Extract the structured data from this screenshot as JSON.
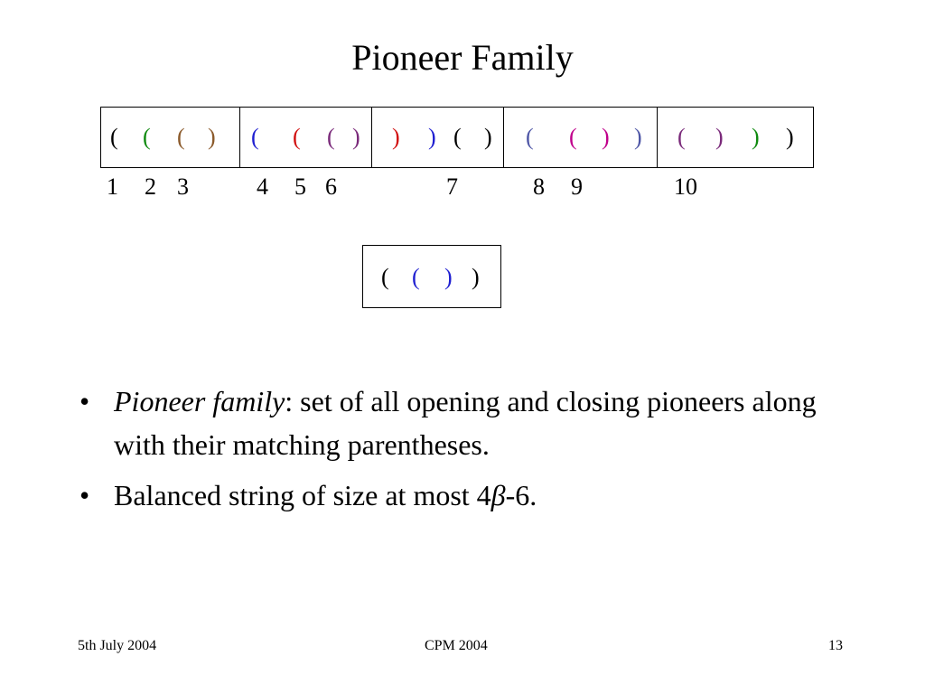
{
  "title": "Pioneer Family",
  "colors": {
    "black": "#000000",
    "green": "#0f8a0f",
    "brown": "#8b5a2b",
    "blue": "#1f1fd1",
    "red": "#d10f0f",
    "slate": "#4e56a6",
    "magenta": "#c0008b",
    "purple": "#7a2a7a"
  },
  "string": {
    "blocks": [
      [
        {
          "ch": "(",
          "color": "black"
        },
        {
          "ch": "(",
          "color": "green"
        },
        {
          "ch": "(",
          "color": "brown"
        },
        {
          "ch": ")",
          "color": "brown"
        }
      ],
      [
        {
          "ch": "(",
          "color": "blue"
        },
        {
          "ch": "(",
          "color": "red"
        },
        {
          "ch": "(",
          "color": "purple"
        },
        {
          "ch": ")",
          "color": "purple"
        }
      ],
      [
        {
          "ch": ")",
          "color": "red"
        },
        {
          "ch": ")",
          "color": "blue"
        },
        {
          "ch": "(",
          "color": "black"
        },
        {
          "ch": ")",
          "color": "black"
        }
      ],
      [
        {
          "ch": "(",
          "color": "slate"
        },
        {
          "ch": "(",
          "color": "magenta"
        },
        {
          "ch": ")",
          "color": "magenta"
        },
        {
          "ch": ")",
          "color": "slate"
        }
      ],
      [
        {
          "ch": "(",
          "color": "purple"
        },
        {
          "ch": ")",
          "color": "purple"
        },
        {
          "ch": ")",
          "color": "green"
        },
        {
          "ch": ")",
          "color": "black"
        }
      ]
    ],
    "numbers": [
      "1",
      "2",
      "3",
      "4",
      "5",
      "6",
      "7",
      "8",
      "9",
      "10"
    ]
  },
  "pioneer_string": [
    {
      "ch": "(",
      "color": "black"
    },
    {
      "ch": "(",
      "color": "blue"
    },
    {
      "ch": ")",
      "color": "blue"
    },
    {
      "ch": ")",
      "color": "black"
    }
  ],
  "bullets": {
    "b1_term": "Pioneer family",
    "b1_rest": ": set of all opening and closing pioneers along with their matching parentheses.",
    "b2_pre": "Balanced string of size at most 4",
    "b2_beta": "β",
    "b2_post": "-6.",
    "bullet_char": "•"
  },
  "footer": {
    "date": "5th July 2004",
    "conference": "CPM 2004",
    "page": "13"
  }
}
